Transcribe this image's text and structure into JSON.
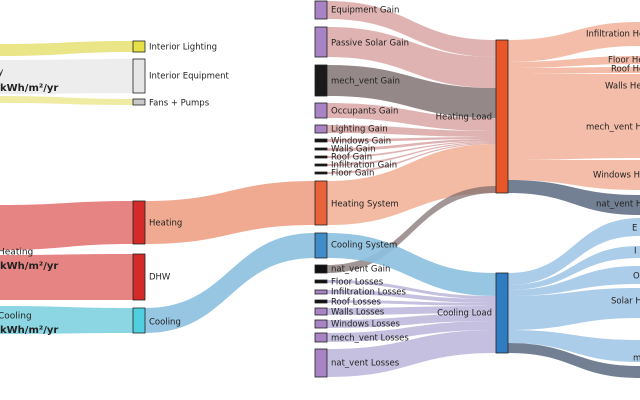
{
  "colors": {
    "node_stroke": "#222222",
    "lighting": "#e6df46",
    "equipment": "#e6e6e6",
    "fans": "#c8c8c8",
    "heating": "#d42a2a",
    "dhw": "#d42a2a",
    "cooling": "#4fd0df",
    "heating_system": "#e8623a",
    "cooling_system": "#3f8cc8",
    "heating_load": "#e8562a",
    "cooling_load": "#2f7dc0",
    "gain_purple": "#a884c4",
    "gain_black": "#111111",
    "mech_gain": "#1a1a1a",
    "link_lighting": "#e8e27a",
    "link_equipment": "#ebebeb",
    "link_heating": "#e26d6d",
    "link_cooling": "#7fd0e0",
    "link_heat_sys": "#eea186",
    "link_cool_sys": "#8cc0e0",
    "link_gain": "#d8a0a0",
    "link_mech": "#7a6a6a",
    "link_loss": "#b8b0d8",
    "link_out_heat": "#f2b29a",
    "link_out_cool": "#9ec4e6",
    "link_out_dark": "#5a6a80"
  },
  "source_labels": [
    {
      "id": "src-top",
      "line1": "y",
      "line2": "kWh/m²/yr"
    },
    {
      "id": "src-heating",
      "line1": "Heating",
      "line2": "kWh/m²/yr"
    },
    {
      "id": "src-cooling",
      "line1": "Cooling",
      "line2": "kWh/m²/yr"
    }
  ],
  "nodes": {
    "interior_lighting": "Interior Lighting",
    "interior_equipment": "Interior Equipment",
    "fans_pumps": "Fans + Pumps",
    "heating": "Heating",
    "dhw": "DHW",
    "cooling": "Cooling",
    "equipment_gain": "Equipment Gain",
    "passive_solar_gain": "Passive Solar Gain",
    "mech_vent_gain": "mech_vent Gain",
    "occupants_gain": "Occupants Gain",
    "lighting_gain": "Lighting Gain",
    "windows_gain": "Windows Gain",
    "walls_gain": "Walls Gain",
    "roof_gain": "Roof Gain",
    "infiltration_gain": "Infiltration Gain",
    "floor_gain": "Floor Gain",
    "heating_system": "Heating System",
    "cooling_system": "Cooling System",
    "nat_vent_gain": "nat_vent Gain",
    "floor_losses": "Floor Losses",
    "infiltration_losses": "Infiltration Losses",
    "roof_losses": "Roof Losses",
    "walls_losses": "Walls Losses",
    "windows_losses": "Windows Losses",
    "mech_vent_losses": "mech_vent Losses",
    "nat_vent_losses": "nat_vent Losses",
    "heating_load": "Heating Load",
    "cooling_load": "Cooling Load",
    "out_infiltration_heat": "Infiltration Hea",
    "out_floor_heat": "Floor Hea",
    "out_roof_heat": "Roof Hea",
    "out_walls_heat": "Walls Hea",
    "out_mech_vent_heat": "mech_vent Hea",
    "out_windows_heat": "Windows Hea",
    "out_nat_vent_heat": "nat_vent Hea",
    "out_cool_1": "E",
    "out_cool_2": "I",
    "out_cool_3": "O",
    "out_cool_solar": "Solar He",
    "out_cool_5": "m"
  }
}
